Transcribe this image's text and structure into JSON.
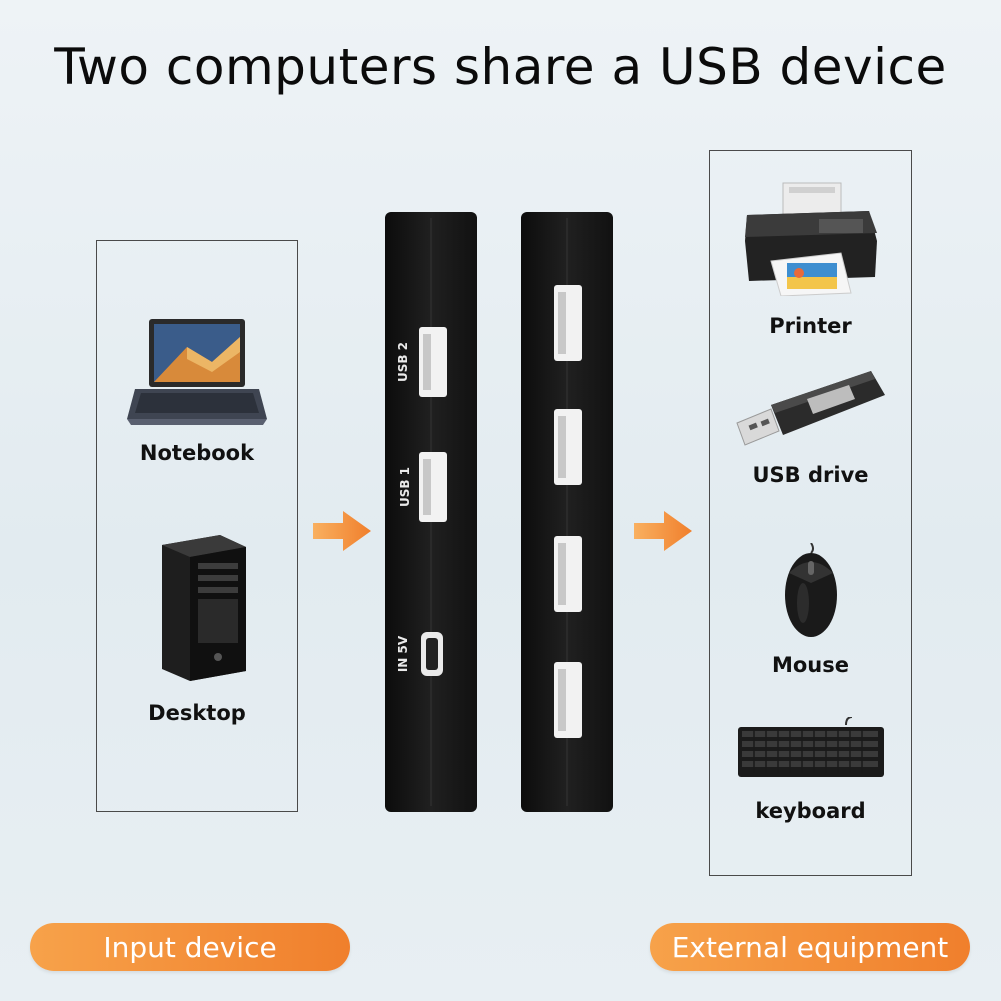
{
  "title": "Two computers share a USB device",
  "inputs": [
    {
      "label": "Notebook",
      "icon": "laptop-icon"
    },
    {
      "label": "Desktop",
      "icon": "desktop-tower-icon"
    }
  ],
  "device": {
    "ports_a": [
      "USB 2",
      "USB 1",
      "IN 5V"
    ]
  },
  "outputs": [
    {
      "label": "Printer",
      "icon": "printer-icon"
    },
    {
      "label": "USB drive",
      "icon": "usb-drive-icon"
    },
    {
      "label": "Mouse",
      "icon": "mouse-icon"
    },
    {
      "label": "keyboard",
      "icon": "keyboard-icon"
    }
  ],
  "footer": {
    "left_pill": "Input device",
    "right_pill": "External equipment"
  },
  "colors": {
    "accent_orange": "#f28a32",
    "device_black": "#151515"
  }
}
